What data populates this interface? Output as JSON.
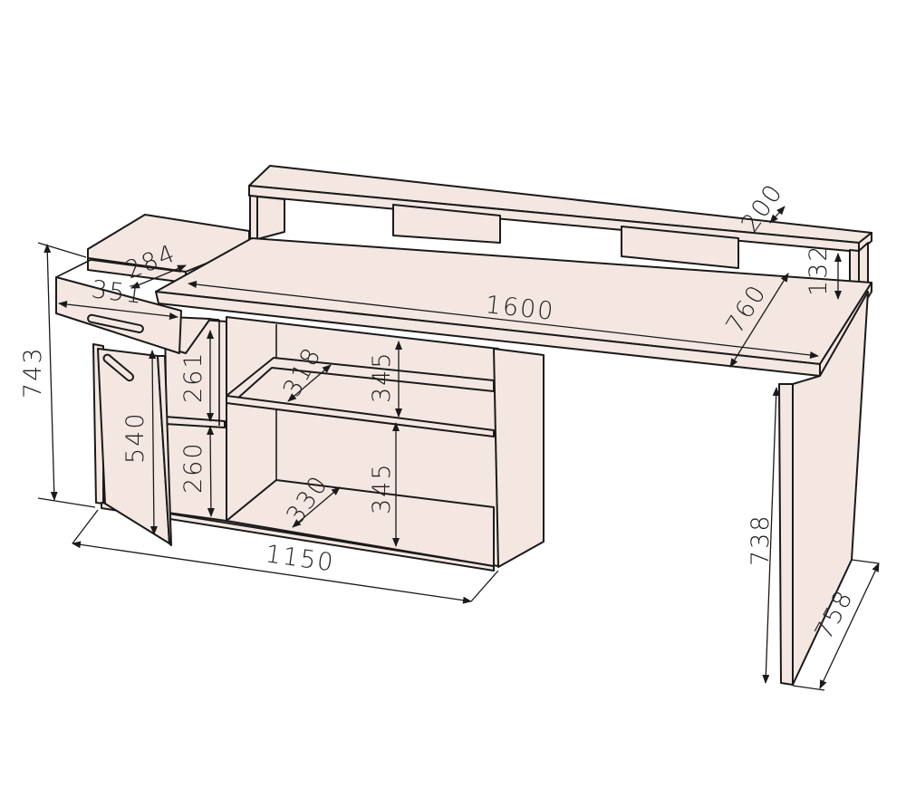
{
  "title": "Desk dimensions diagram",
  "colors": {
    "panel": "#f4e7e2",
    "line": "#1a1a1a",
    "background": "#ffffff"
  },
  "dimensions": {
    "total_height_left": "743",
    "drawer_depth": "284",
    "drawer_width": "351",
    "upper_niche_height": "261",
    "door_height": "540",
    "lower_niche_height": "260",
    "upper_shelf_depth": "318",
    "upper_compartment_height": "345",
    "lower_shelf_depth": "330",
    "lower_compartment_height": "345",
    "cabinet_width": "1150",
    "desktop_width": "1600",
    "desktop_depth": "760",
    "hutch_depth": "200",
    "hutch_height": "132",
    "leg_height": "738",
    "leg_depth": "758"
  }
}
